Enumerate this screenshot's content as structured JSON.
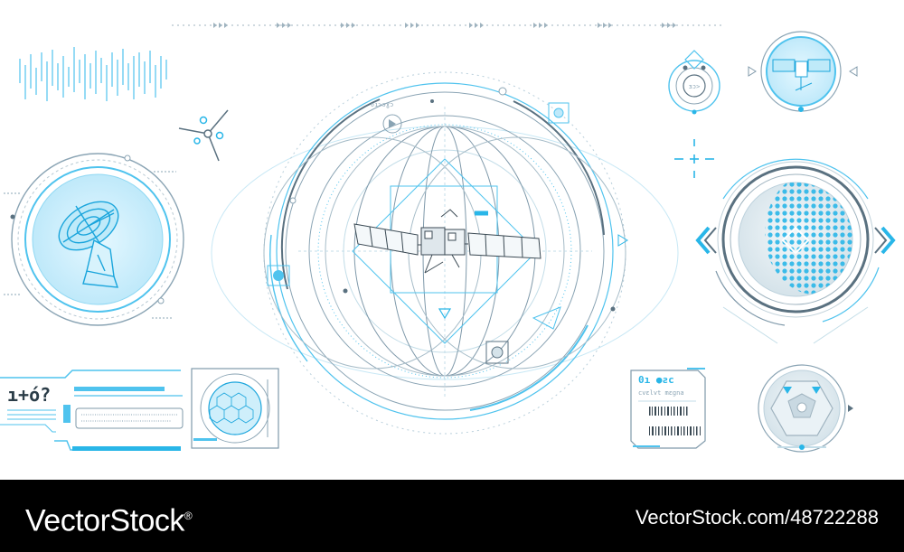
{
  "footer": {
    "brand": "VectorStock",
    "brand_mark": "®",
    "image_id": "VectorStock.com/48722288"
  },
  "hud": {
    "panel_label": "ı+ó?",
    "badge_label": "0ı ●ƨc",
    "badge_sub": "cvɛlvt mɛgna",
    "scope_code": "ɜɔ>",
    "micro_code": "ʚı>ɔɣɔ",
    "accent_color": "#29b6e8",
    "line_color": "#7f99aa",
    "icons": [
      "satellite-icon",
      "radar-dish-icon",
      "globe-icon",
      "crosshair-icon",
      "hexagon-icon"
    ]
  }
}
